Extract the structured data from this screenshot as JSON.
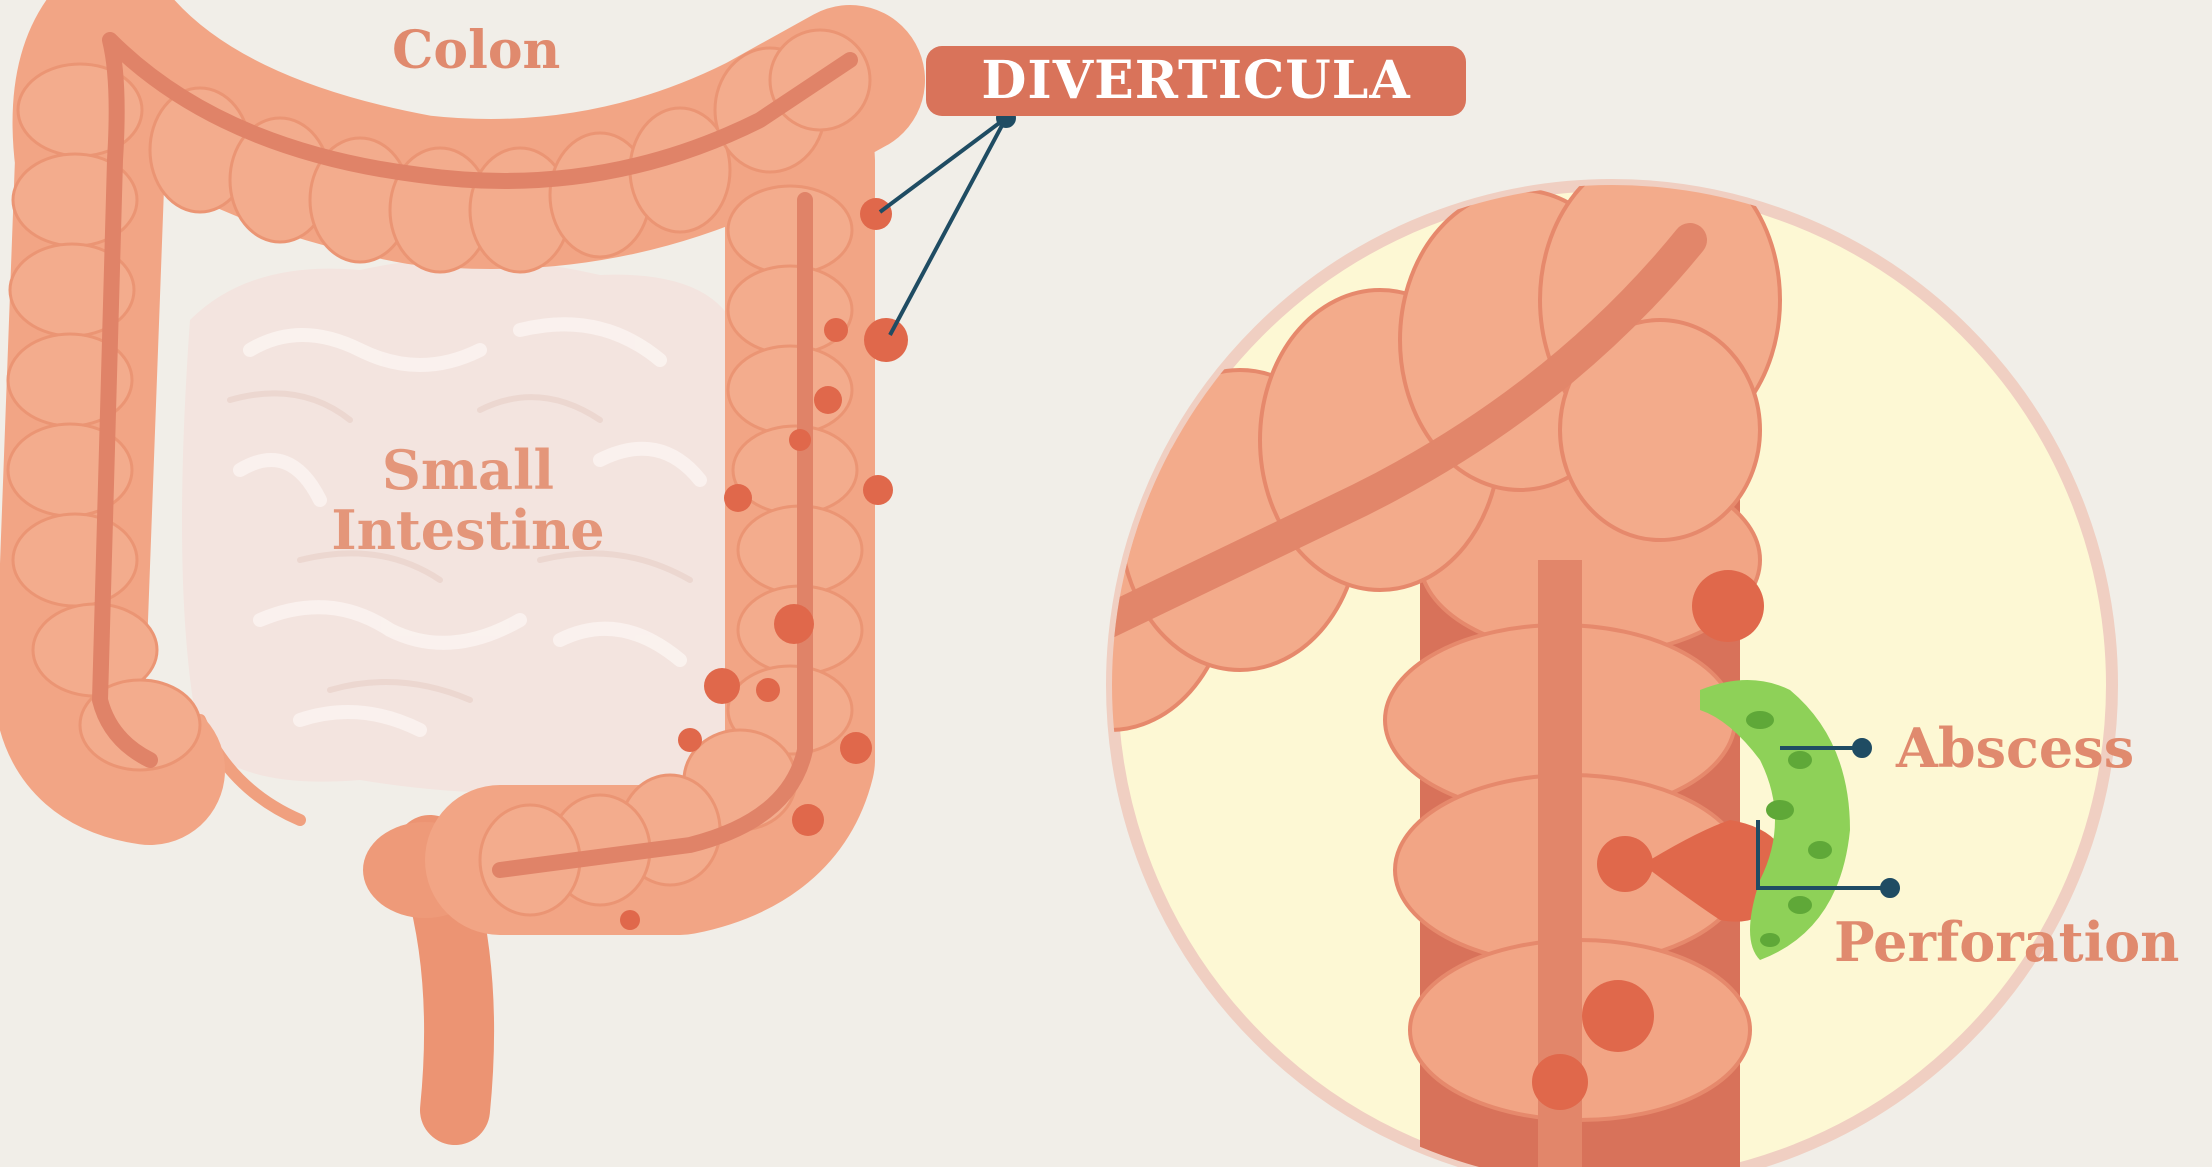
{
  "labels": {
    "colon": "Colon",
    "small_intestine_line1": "Small",
    "small_intestine_line2": "Intestine",
    "diverticula": "DIVERTICULA",
    "abscess": "Abscess",
    "perforation": "Perforation"
  },
  "colors": {
    "background": "#f1eee8",
    "colon_tissue": "#f2a585",
    "colon_band": "#e08368",
    "diverticulum": "#e0684b",
    "small_intestine": "#f3e4df",
    "zoom_circle_fill": "#fdf8d4",
    "zoom_circle_border": "#f0cfc2",
    "abscess": "#8ed158",
    "badge": "#d9735a",
    "leader_line": "#1f4c63",
    "label_text": "#e08a6e"
  }
}
